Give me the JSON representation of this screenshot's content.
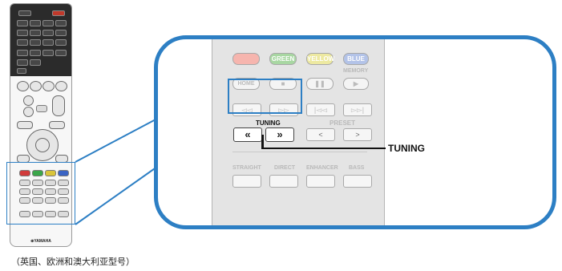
{
  "remote": {
    "brand_logo": "⊛YAMAHA"
  },
  "caption": "（英国、欧洲和澳大利亚型号）",
  "zoom": {
    "color_buttons": [
      "",
      "GREEN",
      "YELLOW",
      "BLUE"
    ],
    "home_label": "HOME",
    "memory_label": "MEMORY",
    "preset_label": "PRESET",
    "tuning_panel_label": "TUNING",
    "tuning_down_glyph": "«",
    "tuning_up_glyph": "»",
    "preset_down_glyph": "<",
    "preset_up_glyph": ">",
    "sound_labels": [
      "STRAIGHT",
      "DIRECT",
      "ENHANCER",
      "BASS"
    ]
  },
  "callout_label": "TUNING",
  "colors": {
    "accent": "#2d7fc4",
    "red": "#f6b5ae",
    "green": "#a8d7a2",
    "yellow": "#ede9a1",
    "blue": "#b3c3e8"
  }
}
